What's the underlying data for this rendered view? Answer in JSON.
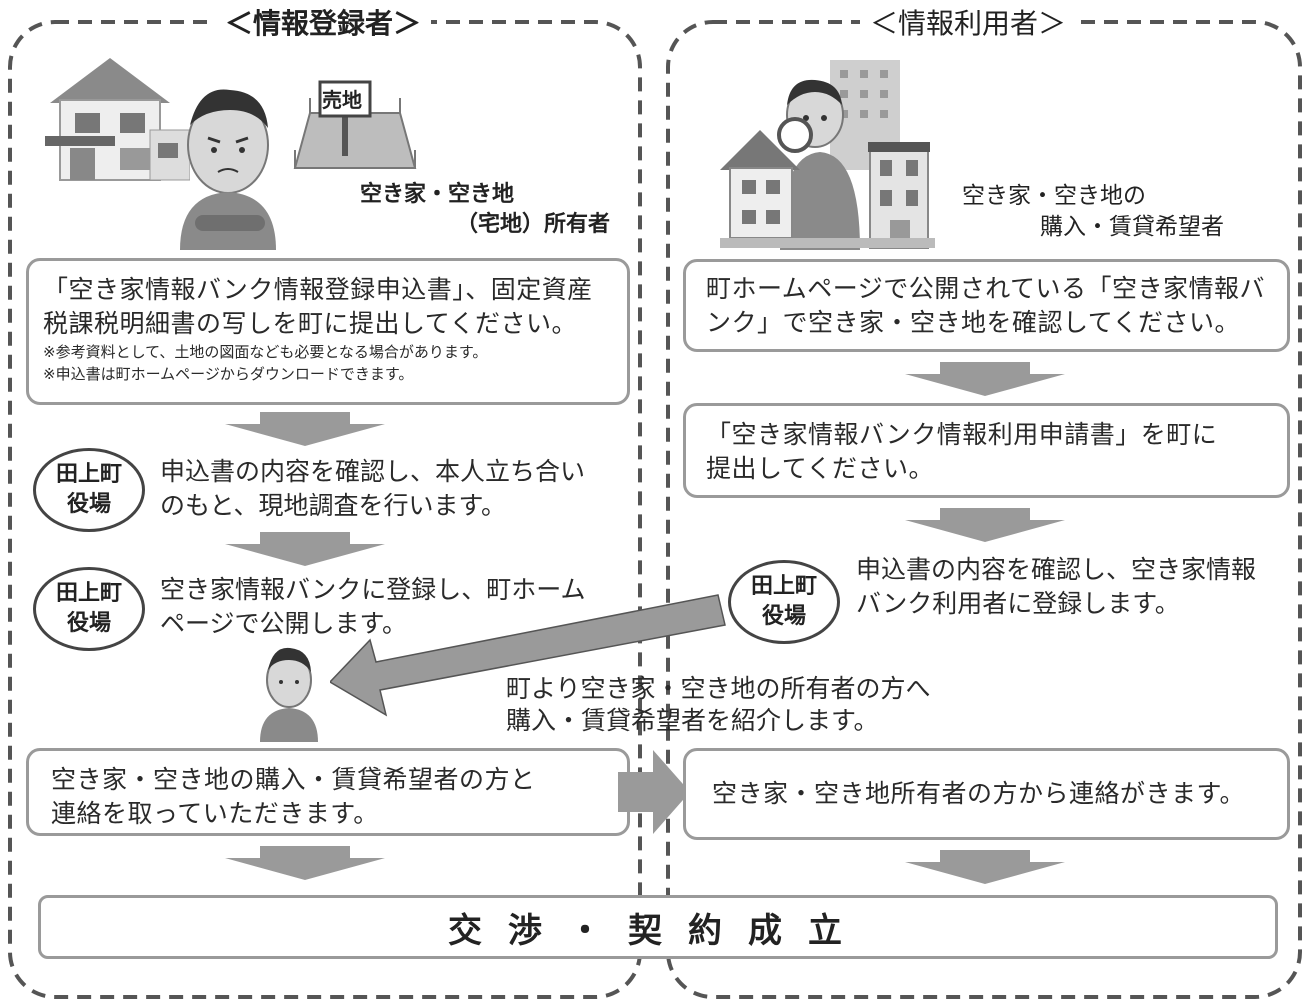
{
  "left": {
    "heading": "＜情報登録者＞",
    "owner_line1": "空き家・空き地",
    "owner_line2": "（宅地）所有者",
    "step1_line1": "「空き家情報バンク情報登録申込書」、固定資産",
    "step1_line2": "税課税明細書の写しを町に提出してください。",
    "step1_note1": "※参考資料として、土地の図面なども必要となる場合があります。",
    "step1_note2": "※申込書は町ホームページからダウンロードできます。",
    "badge1_line1": "田上町",
    "badge1_line2": "役場",
    "step2_line1": "申込書の内容を確認し、本人立ち合い",
    "step2_line2": "のもと、現地調査を行います。",
    "badge2_line1": "田上町",
    "badge2_line2": "役場",
    "step3_line1": "空き家情報バンクに登録し、町ホーム",
    "step3_line2": "ページで公開します。",
    "step4_line1": "空き家・空き地の購入・賃貸希望者の方と",
    "step4_line2": "連絡を取っていただきます。"
  },
  "right": {
    "heading": "＜情報利用者＞",
    "user_line1": "空き家・空き地の",
    "user_line2": "購入・賃貸希望者",
    "step1_line1": "町ホームページで公開されている「空き家情報バ",
    "step1_line2": "ンク」で空き家・空き地を確認してください。",
    "step2_line1": "「空き家情報バンク情報利用申請書」を町に",
    "step2_line2": "提出してください。",
    "badge_line1": "田上町",
    "badge_line2": "役場",
    "step3_line1": "申込書の内容を確認し、空き家情報",
    "step3_line2": "バンク利用者に登録します。",
    "step4": "空き家・空き地所有者の方から連絡がきます。"
  },
  "middle_note_line1": "町より空き家・空き地の所有者の方へ",
  "middle_note_line2": "購入・賃貸希望者を紹介します。",
  "final": "交渉・契約成立",
  "illustrations": {
    "house_sign": "売地"
  }
}
